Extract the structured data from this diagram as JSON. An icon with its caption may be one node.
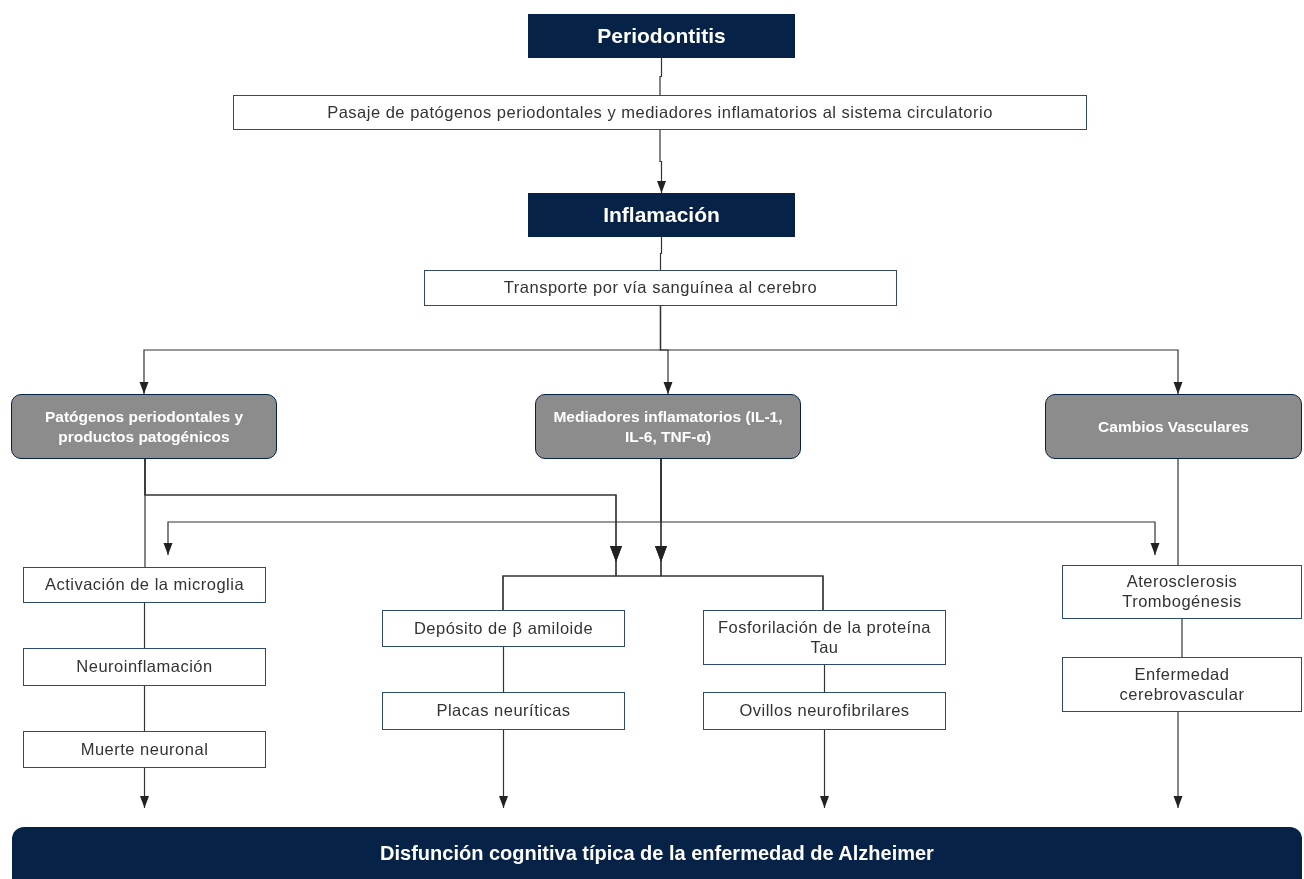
{
  "diagram": {
    "nodes": [
      {
        "text": [
          "Periodontitis"
        ]
      },
      {
        "text": [
          "Pasaje de patógenos periodontales y mediadores inflamatorios al sistema circulatorio"
        ]
      },
      {
        "text": [
          "Inflamación"
        ]
      },
      {
        "text": [
          "Transporte por vía sanguínea al cerebro"
        ]
      },
      {
        "text": [
          "Patógenos periodontales y productos patogénicos"
        ]
      },
      {
        "text": [
          "Mediadores inflamatorios (IL-1, IL-6, TNF-α)"
        ]
      },
      {
        "text": [
          "Cambios Vasculares"
        ]
      },
      {
        "text": [
          "Activación de la microglia"
        ]
      },
      {
        "text": [
          "Neuroinflamación"
        ]
      },
      {
        "text": [
          "Muerte neuronal"
        ]
      },
      {
        "text": [
          "Depósito de **β** amiloide"
        ]
      },
      {
        "text": [
          "Placas neuríticas"
        ]
      },
      {
        "text": [
          "Fosforilación de la proteína Tau"
        ]
      },
      {
        "text": [
          "Ovillos neurofibrilares"
        ]
      },
      {
        "text": [
          "Aterosclerosis Trombogénesis"
        ]
      },
      {
        "text": [
          "Enfermedad cerebrovascular"
        ]
      },
      {
        "text": [
          "Disfunción cognitiva típica de la enfermedad de Alzheimer"
        ]
      }
    ],
    "edges": [
      {
        "from": 0,
        "to": 1,
        "arrow": "none"
      },
      {
        "from": 1,
        "to": 2,
        "arrow": "to"
      },
      {
        "from": 2,
        "to": 3,
        "arrow": "none"
      },
      {
        "from": 3,
        "to": 4,
        "arrow": "to"
      },
      {
        "from": 3,
        "to": 5,
        "arrow": "to"
      },
      {
        "from": 3,
        "to": 6,
        "arrow": "to"
      },
      {
        "from": 4,
        "to": 7,
        "arrow": "none"
      },
      {
        "from": 5,
        "to": 7,
        "arrow": "to"
      },
      {
        "from": 5,
        "to": 14,
        "arrow": "to"
      },
      {
        "from": 4,
        "to": 10,
        "arrow": "to"
      },
      {
        "from": 4,
        "to": 12,
        "arrow": "to"
      },
      {
        "from": 5,
        "to": 10,
        "arrow": "to"
      },
      {
        "from": 5,
        "to": 12,
        "arrow": "to"
      },
      {
        "from": 6,
        "to": 14,
        "arrow": "none"
      },
      {
        "from": 7,
        "to": 8,
        "arrow": "none"
      },
      {
        "from": 8,
        "to": 9,
        "arrow": "none"
      },
      {
        "from": 10,
        "to": 11,
        "arrow": "none"
      },
      {
        "from": 12,
        "to": 13,
        "arrow": "none"
      },
      {
        "from": 14,
        "to": 15,
        "arrow": "none"
      },
      {
        "from": 9,
        "to": 16,
        "arrow": "to"
      },
      {
        "from": 11,
        "to": 16,
        "arrow": "to"
      },
      {
        "from": 13,
        "to": 16,
        "arrow": "to"
      },
      {
        "from": 15,
        "to": 16,
        "arrow": "to"
      }
    ]
  }
}
